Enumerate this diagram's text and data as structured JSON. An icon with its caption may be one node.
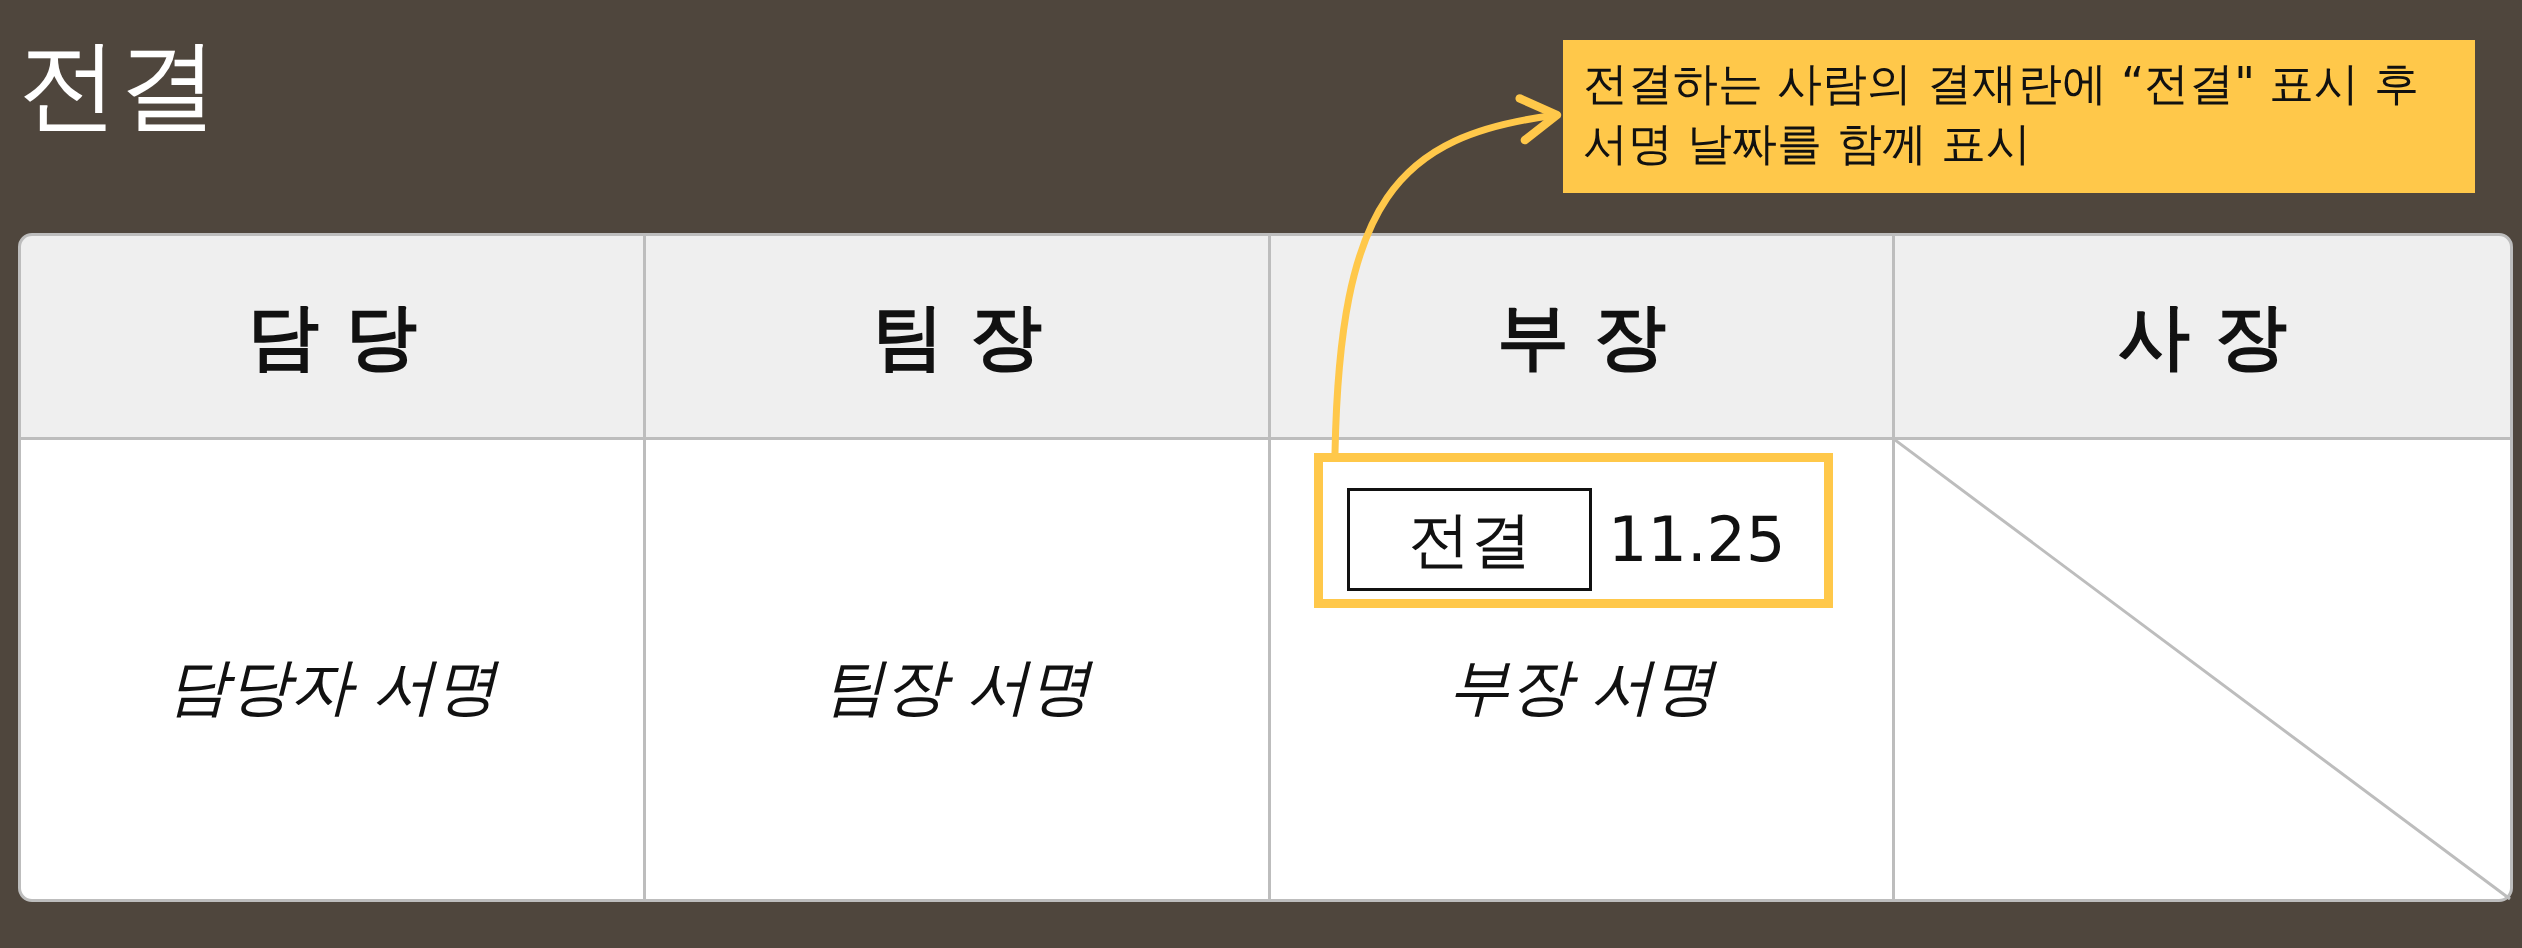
{
  "diagram": {
    "title": "전결",
    "nodes": [
      {
        "text": [
          "전결하는 사람의 결재란에 “전결\" 표시 후 서명 날짜를 함께 표시"
        ]
      },
      {
        "text": [
          "11.25"
        ]
      },
      {
        "text": [
          "전결"
        ],
        "in": 1
      }
    ],
    "edges": [
      {
        "from": 1,
        "to": 0,
        "arrow": "to"
      }
    ],
    "labels": [
      "담 당",
      "팀 장",
      "부 장",
      "사 장",
      "담당자 서명",
      "팀장 서명",
      "부장 서명"
    ]
  }
}
